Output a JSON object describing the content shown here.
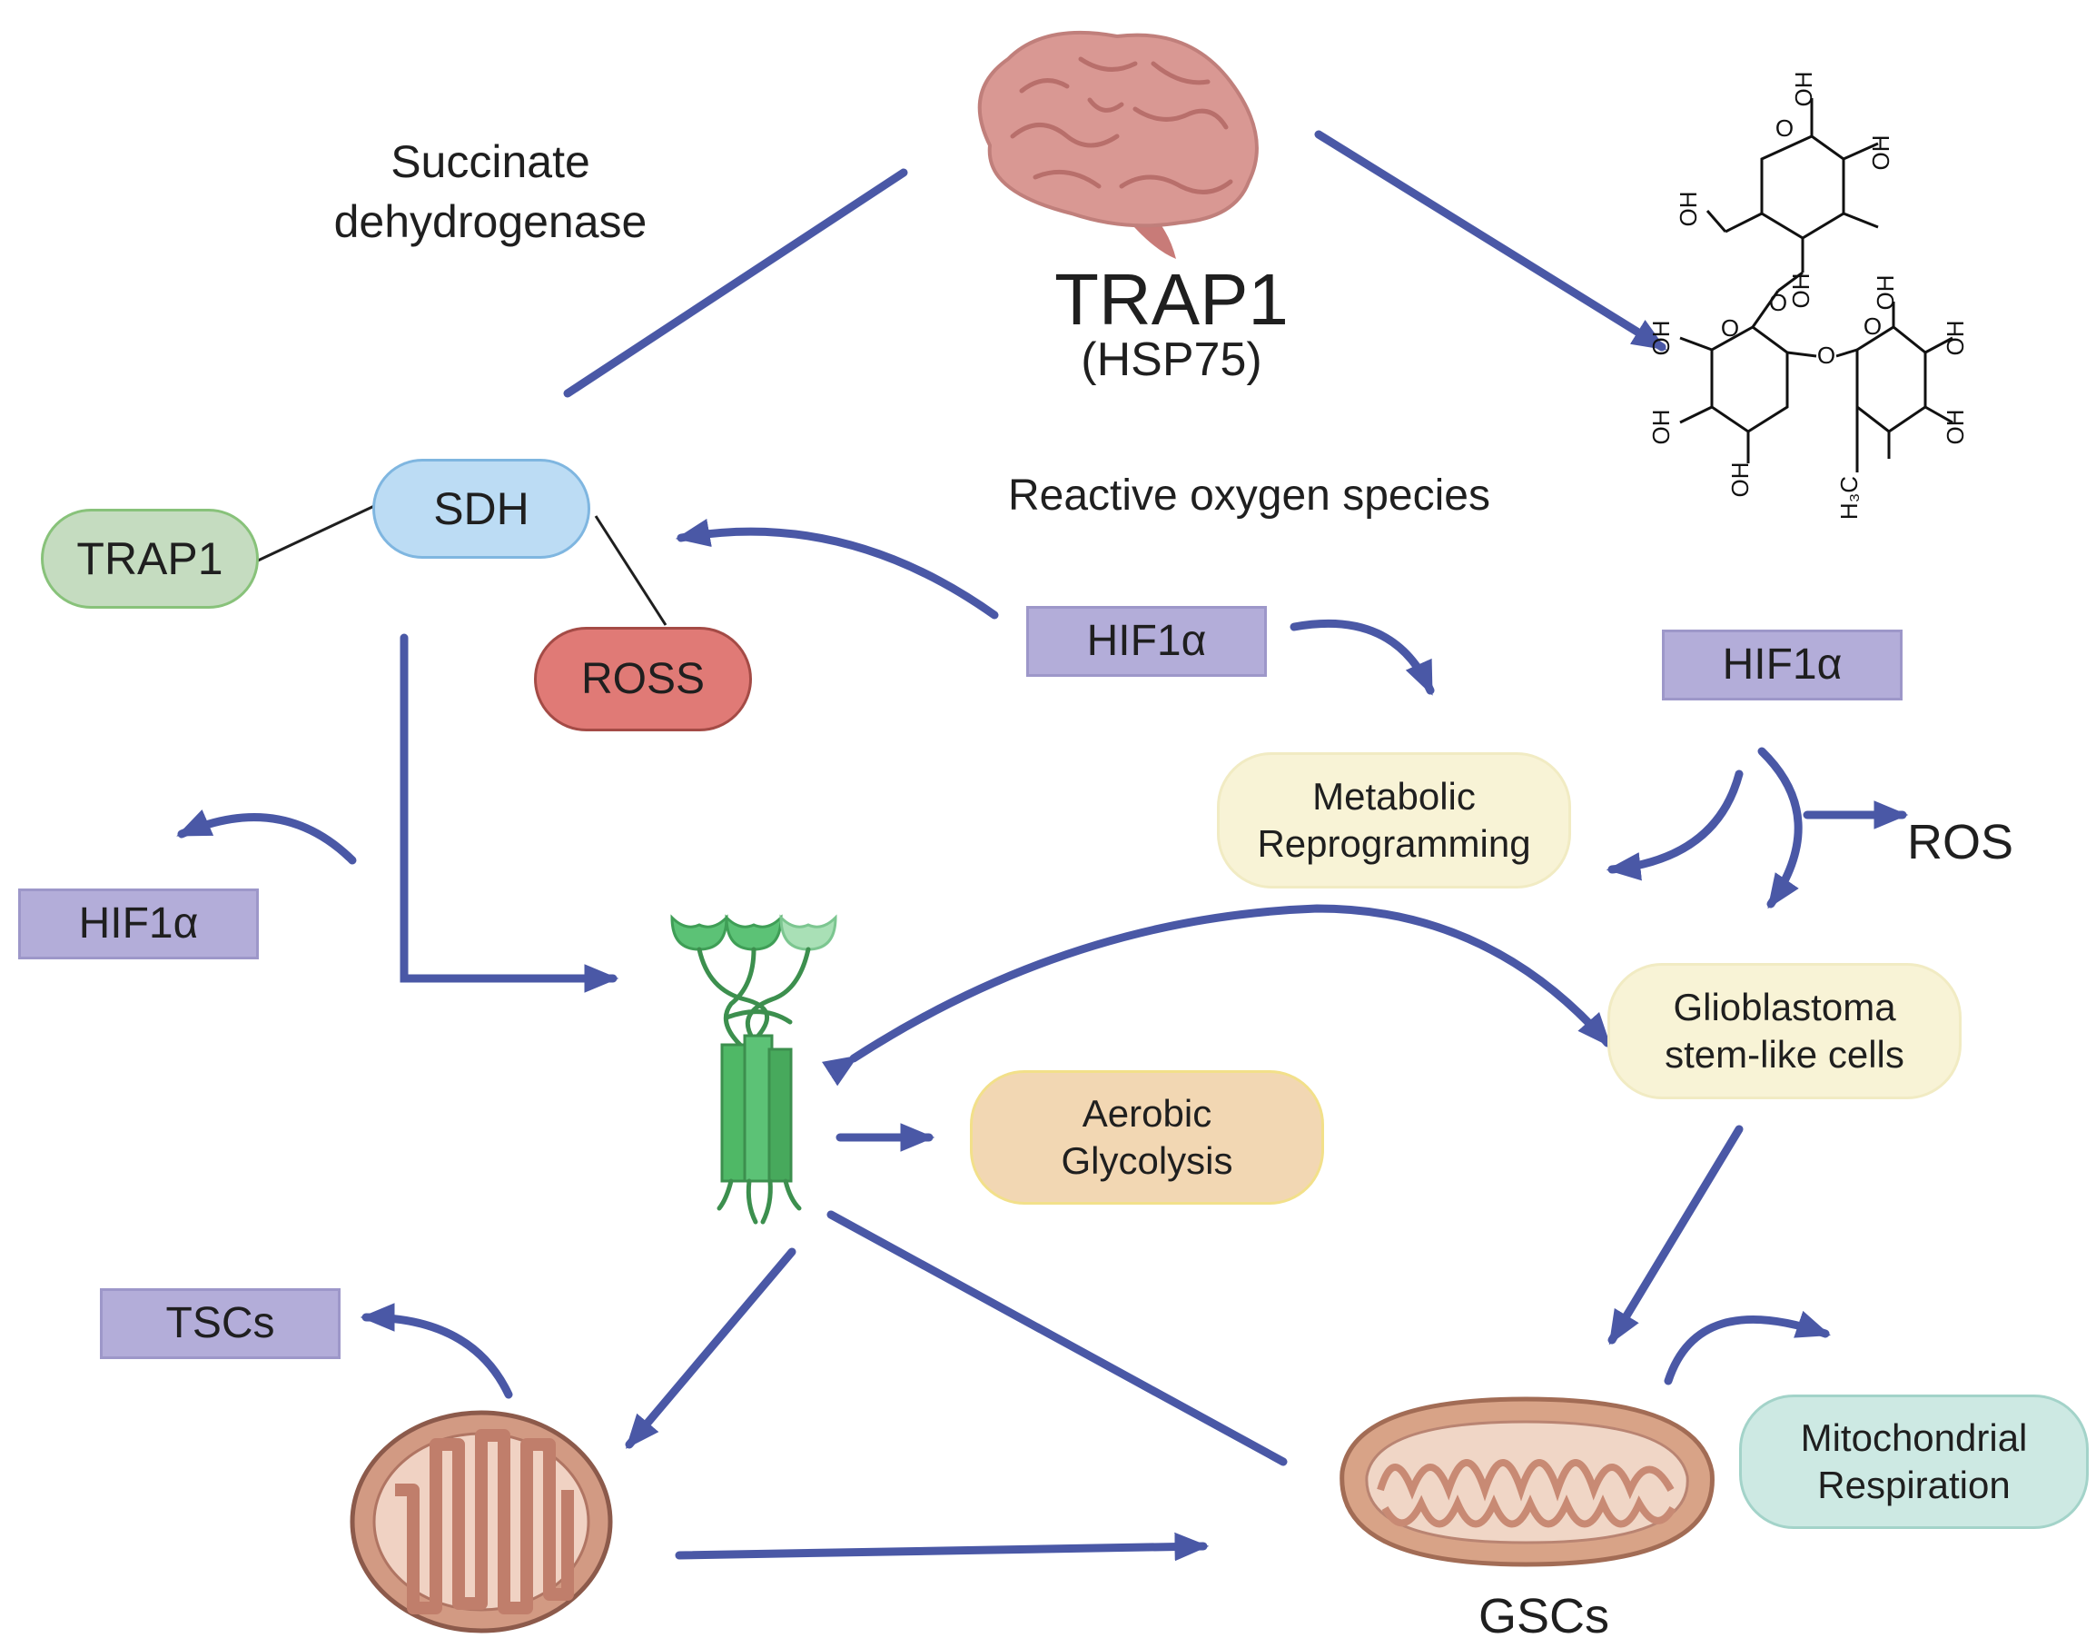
{
  "header": {
    "title": "TRAP1",
    "subtitle": "(HSP75)"
  },
  "labels": {
    "succinate_line1": "Succinate",
    "succinate_line2": "dehydrogenase",
    "reactive_oxygen_species": "Reactive oxygen species",
    "ros": "ROS",
    "gscs": "GSCs"
  },
  "nodes": {
    "trap1": "TRAP1",
    "sdh": "SDH",
    "ross": "ROSS",
    "hif1a_center": "HIF1α",
    "hif1a_right": "HIF1α",
    "hif1a_left": "HIF1α",
    "tscs": "TSCs",
    "metabolic_line1": "Metabolic",
    "metabolic_line2": "Reprogramming",
    "glioblastoma_line1": "Glioblastoma",
    "glioblastoma_line2": "stem-like cells",
    "aerobic_line1": "Aerobic",
    "aerobic_line2": "Glycolysis",
    "mito_resp_line1": "Mitochondrial",
    "mito_resp_line2": "Respiration"
  },
  "molecule_labels": {
    "oh1": "OH",
    "oh2": "OH",
    "oh3": "OH",
    "oh4": "OH",
    "oh5": "OH",
    "oh6": "OH",
    "oh7": "OH",
    "oh8": "OH",
    "oh9": "OH",
    "oh10": "OH",
    "o1": "O",
    "o2": "O",
    "o3": "O",
    "o4": "O",
    "o5": "O",
    "h3c": "H₃C"
  },
  "colors": {
    "arrow": "#4a58a6",
    "hif_box": "#b3add9",
    "trap1_fill": "#c5dcc0",
    "trap1_border": "#88c27a",
    "sdh_fill": "#bcdcf4",
    "sdh_border": "#7fb6e0",
    "ross_fill": "#e07a76",
    "ross_border": "#a44b46",
    "cream": "#f8f3d6",
    "aerobic_fill": "#f2d7b3",
    "aerobic_border": "#f2e08a",
    "mito_resp_fill": "#cde9e3",
    "mito_resp_border": "#a3d3c9",
    "brain": "#d99893",
    "receptor": "#4fb866",
    "mitochondrion": "#d29a83"
  },
  "icons": [
    "brain-icon",
    "disaccharide-molecule-icon",
    "receptor-protein-icon",
    "mitochondrion-icon"
  ]
}
